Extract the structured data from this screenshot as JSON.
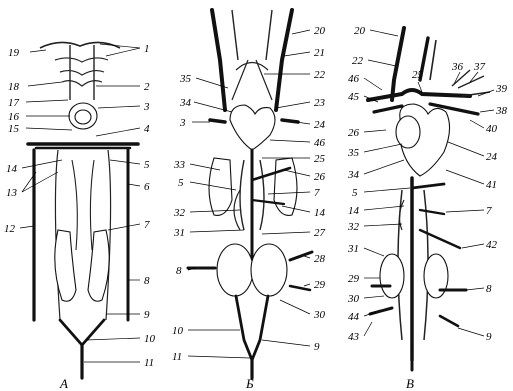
{
  "panels": [
    {
      "id": "A",
      "title": "А",
      "labels_left": [
        "19",
        "18",
        "17",
        "16",
        "15",
        "14",
        "13",
        "12"
      ],
      "labels_right": [
        "1",
        "2",
        "3",
        "4",
        "5",
        "6",
        "7",
        "8",
        "9",
        "10",
        "11"
      ]
    },
    {
      "id": "B",
      "title": "Б",
      "labels_left": [
        "35",
        "34",
        "3",
        "33",
        "5",
        "32",
        "31",
        "8",
        "10",
        "11"
      ],
      "labels_right": [
        "20",
        "21",
        "22",
        "23",
        "24",
        "46",
        "25",
        "26",
        "7",
        "14",
        "27",
        "28",
        "29",
        "30",
        "9"
      ]
    },
    {
      "id": "V",
      "title": "В",
      "labels_left": [
        "20",
        "22",
        "46",
        "45",
        "26",
        "35",
        "34",
        "5",
        "14",
        "32",
        "31",
        "29",
        "30",
        "44",
        "43"
      ],
      "labels_right": [
        "25",
        "36",
        "37",
        "39",
        "38",
        "40",
        "24",
        "41",
        "7",
        "42",
        "8",
        "9"
      ]
    }
  ]
}
